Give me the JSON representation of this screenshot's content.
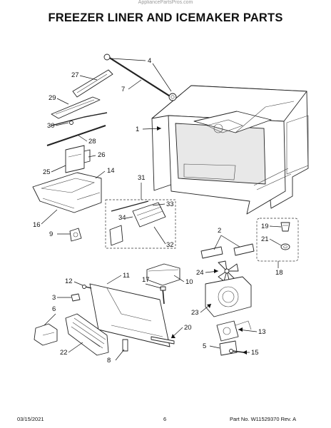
{
  "watermark": "AppliancePartsPros.com",
  "title": "FREEZER LINER AND ICEMAKER PARTS",
  "callouts": [
    "4",
    "27",
    "7",
    "29",
    "1",
    "30",
    "28",
    "26",
    "25",
    "14",
    "31",
    "33",
    "34",
    "16",
    "9",
    "32",
    "2",
    "19",
    "21",
    "24",
    "18",
    "11",
    "12",
    "17",
    "10",
    "3",
    "6",
    "23",
    "20",
    "13",
    "22",
    "5",
    "8",
    "15"
  ],
  "footer": {
    "date": "03/15/2021",
    "page": "6",
    "part_no": "Part No. W11529370  Rev. A"
  }
}
